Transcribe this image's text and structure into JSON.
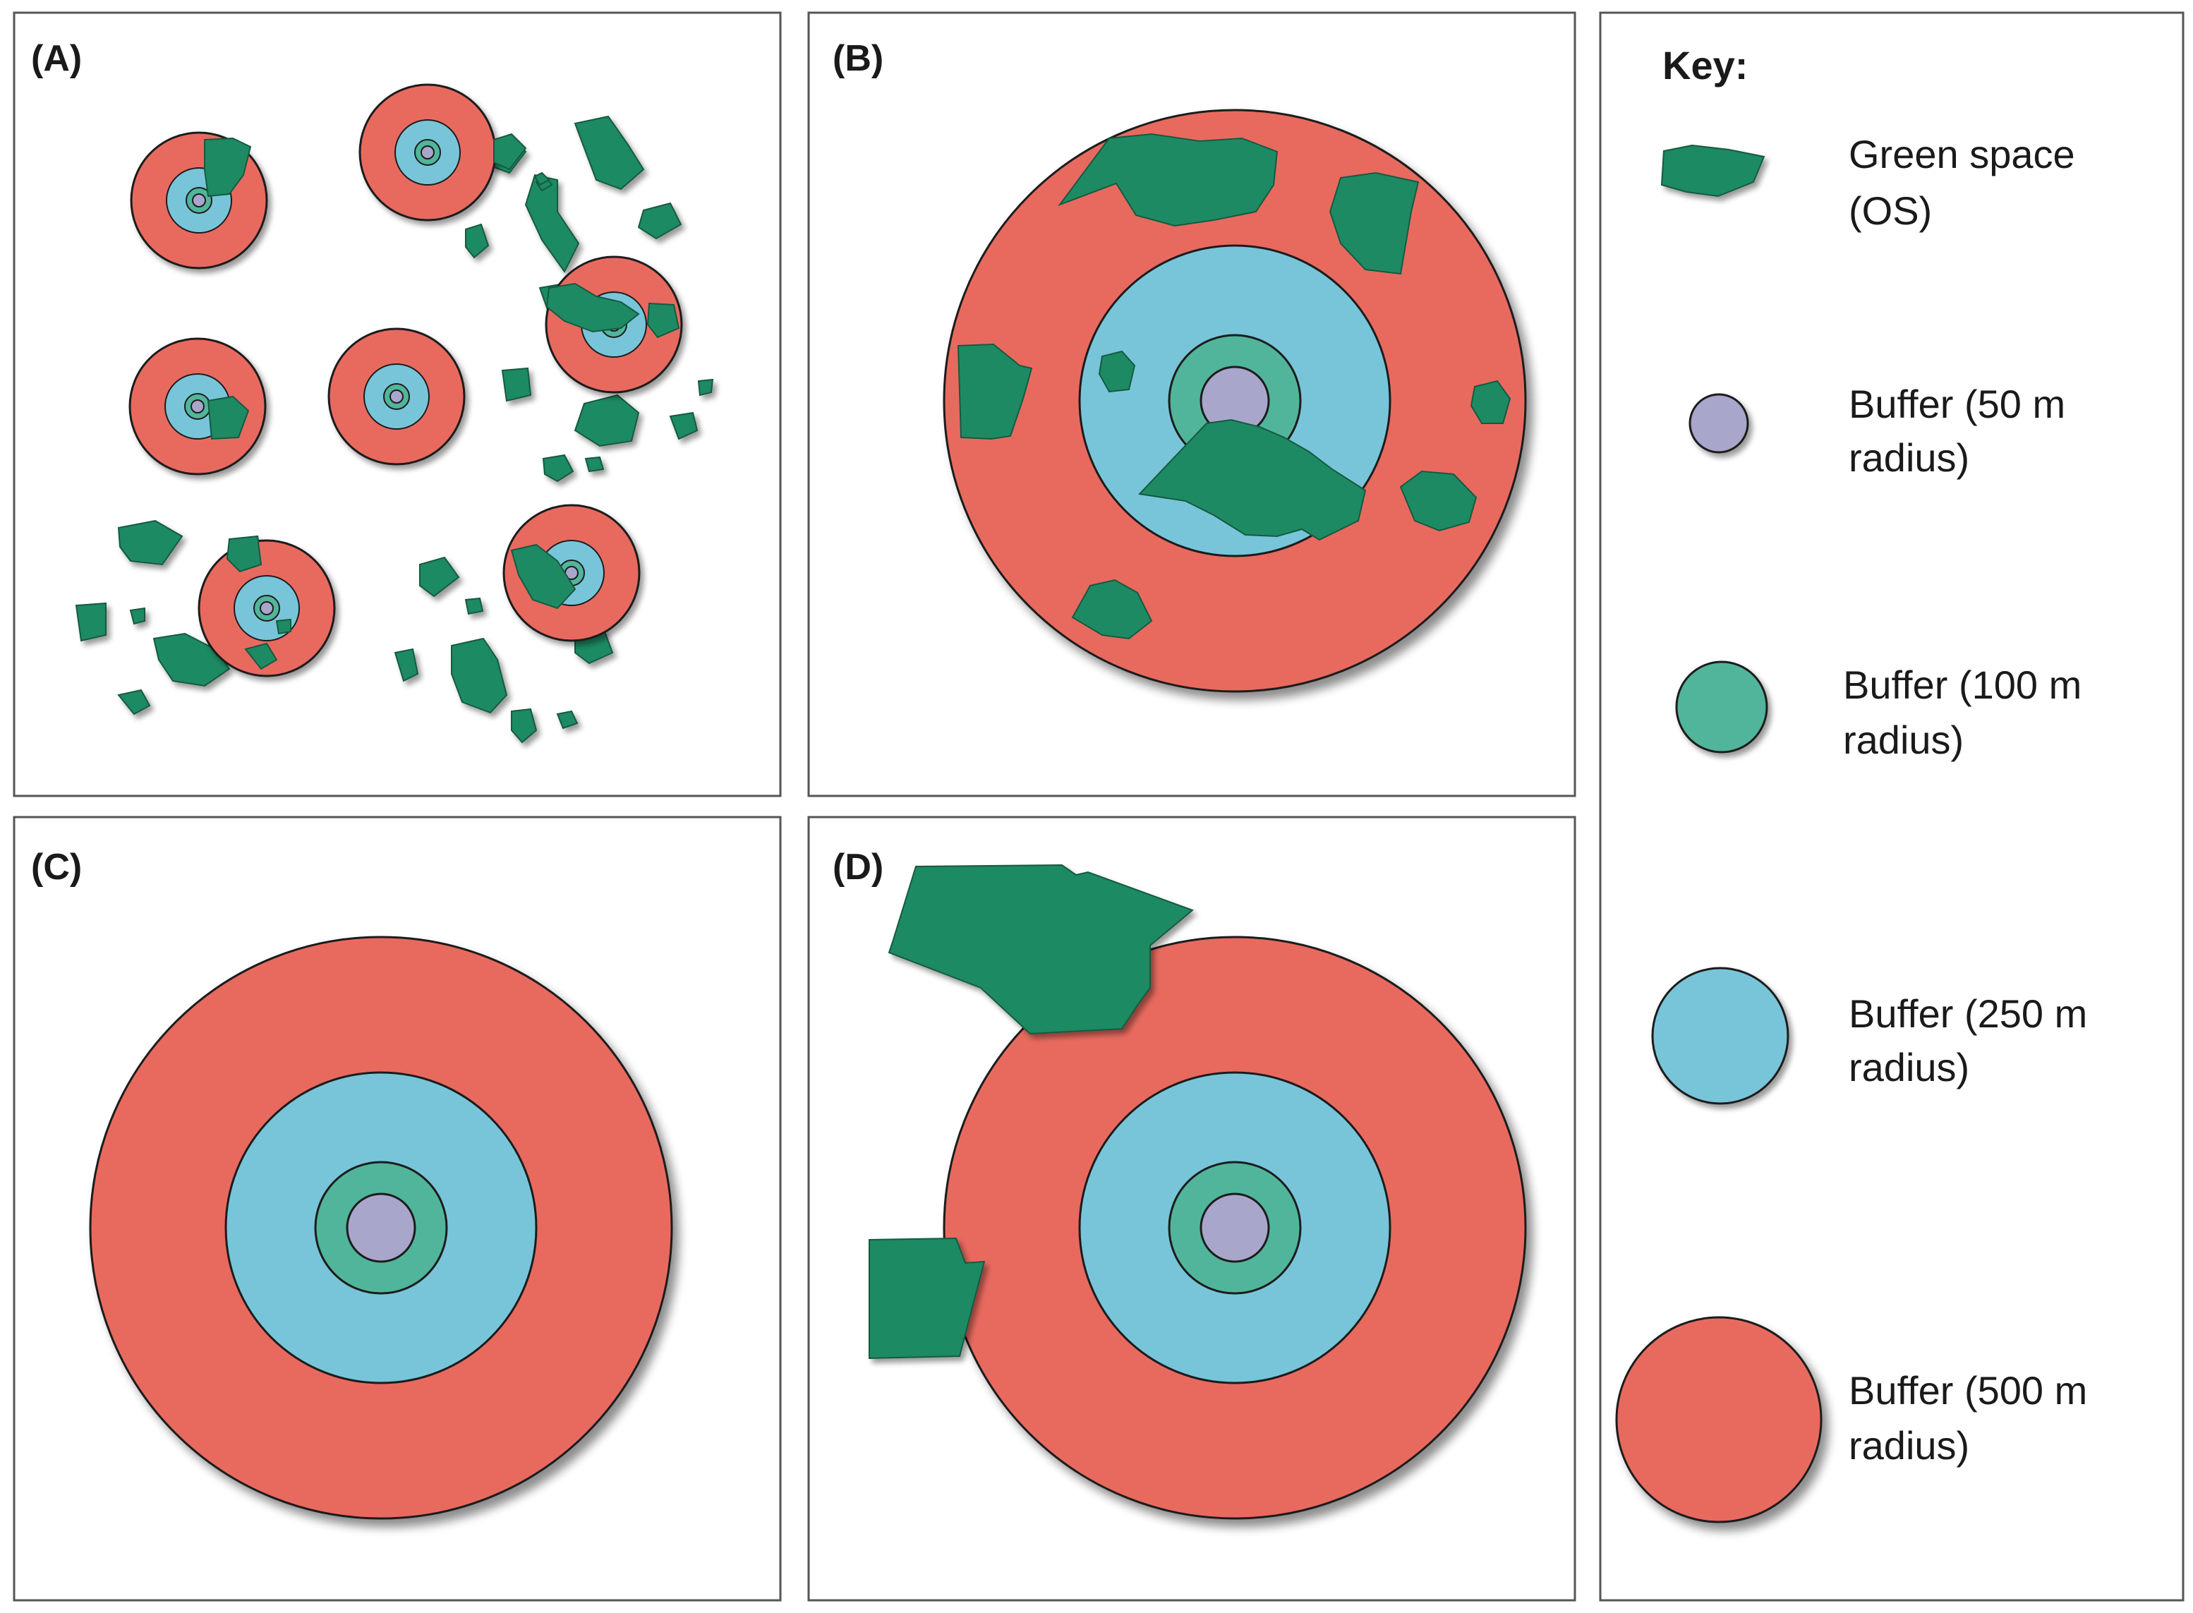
{
  "panels": [
    {
      "id": "A",
      "label": "(A)"
    },
    {
      "id": "B",
      "label": "(B)"
    },
    {
      "id": "C",
      "label": "(C)"
    },
    {
      "id": "D",
      "label": "(D)"
    }
  ],
  "key": {
    "title": "Key:",
    "items": [
      {
        "symbol": "green-space",
        "lines": [
          "Green space",
          "(OS)"
        ]
      },
      {
        "symbol": "buffer-50",
        "lines": [
          "Buffer (50 m",
          "radius)"
        ]
      },
      {
        "symbol": "buffer-100",
        "lines": [
          "Buffer (100 m",
          "radius)"
        ]
      },
      {
        "symbol": "buffer-250",
        "lines": [
          "Buffer (250 m",
          "radius)"
        ]
      },
      {
        "symbol": "buffer-500",
        "lines": [
          "Buffer (500 m",
          "radius)"
        ]
      }
    ]
  },
  "colors": {
    "green_space": "#1e8a64",
    "buffer_50": "#a9a6cb",
    "buffer_100": "#51b59b",
    "buffer_250": "#78c5da",
    "buffer_500": "#e86b5f",
    "outline": "#1c1c1c"
  }
}
